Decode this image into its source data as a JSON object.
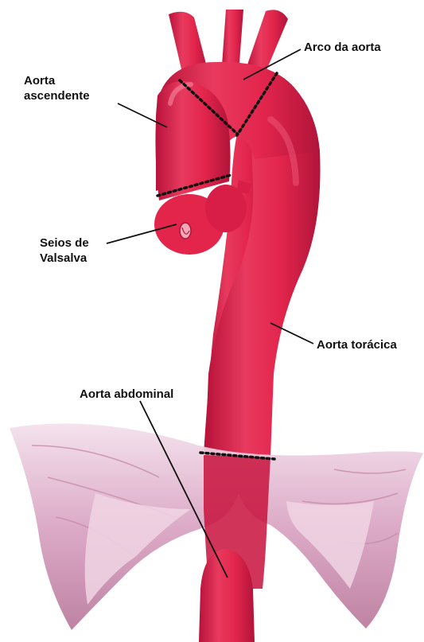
{
  "labels": {
    "arco": "Arco da aorta",
    "ascendente_1": "Aorta",
    "ascendente_2": "ascendente",
    "seios_1": "Seios de",
    "seios_2": "Valsalva",
    "toracica": "Aorta torácica",
    "abdominal": "Aorta abdominal"
  },
  "colors": {
    "aorta": "#e3254c",
    "aorta_dark": "#c0163a",
    "diaphragm": "#d9a3c2",
    "diaphragm_dark": "#a8607f",
    "leader_line": "#111111",
    "boundary_dots": "#111111"
  }
}
